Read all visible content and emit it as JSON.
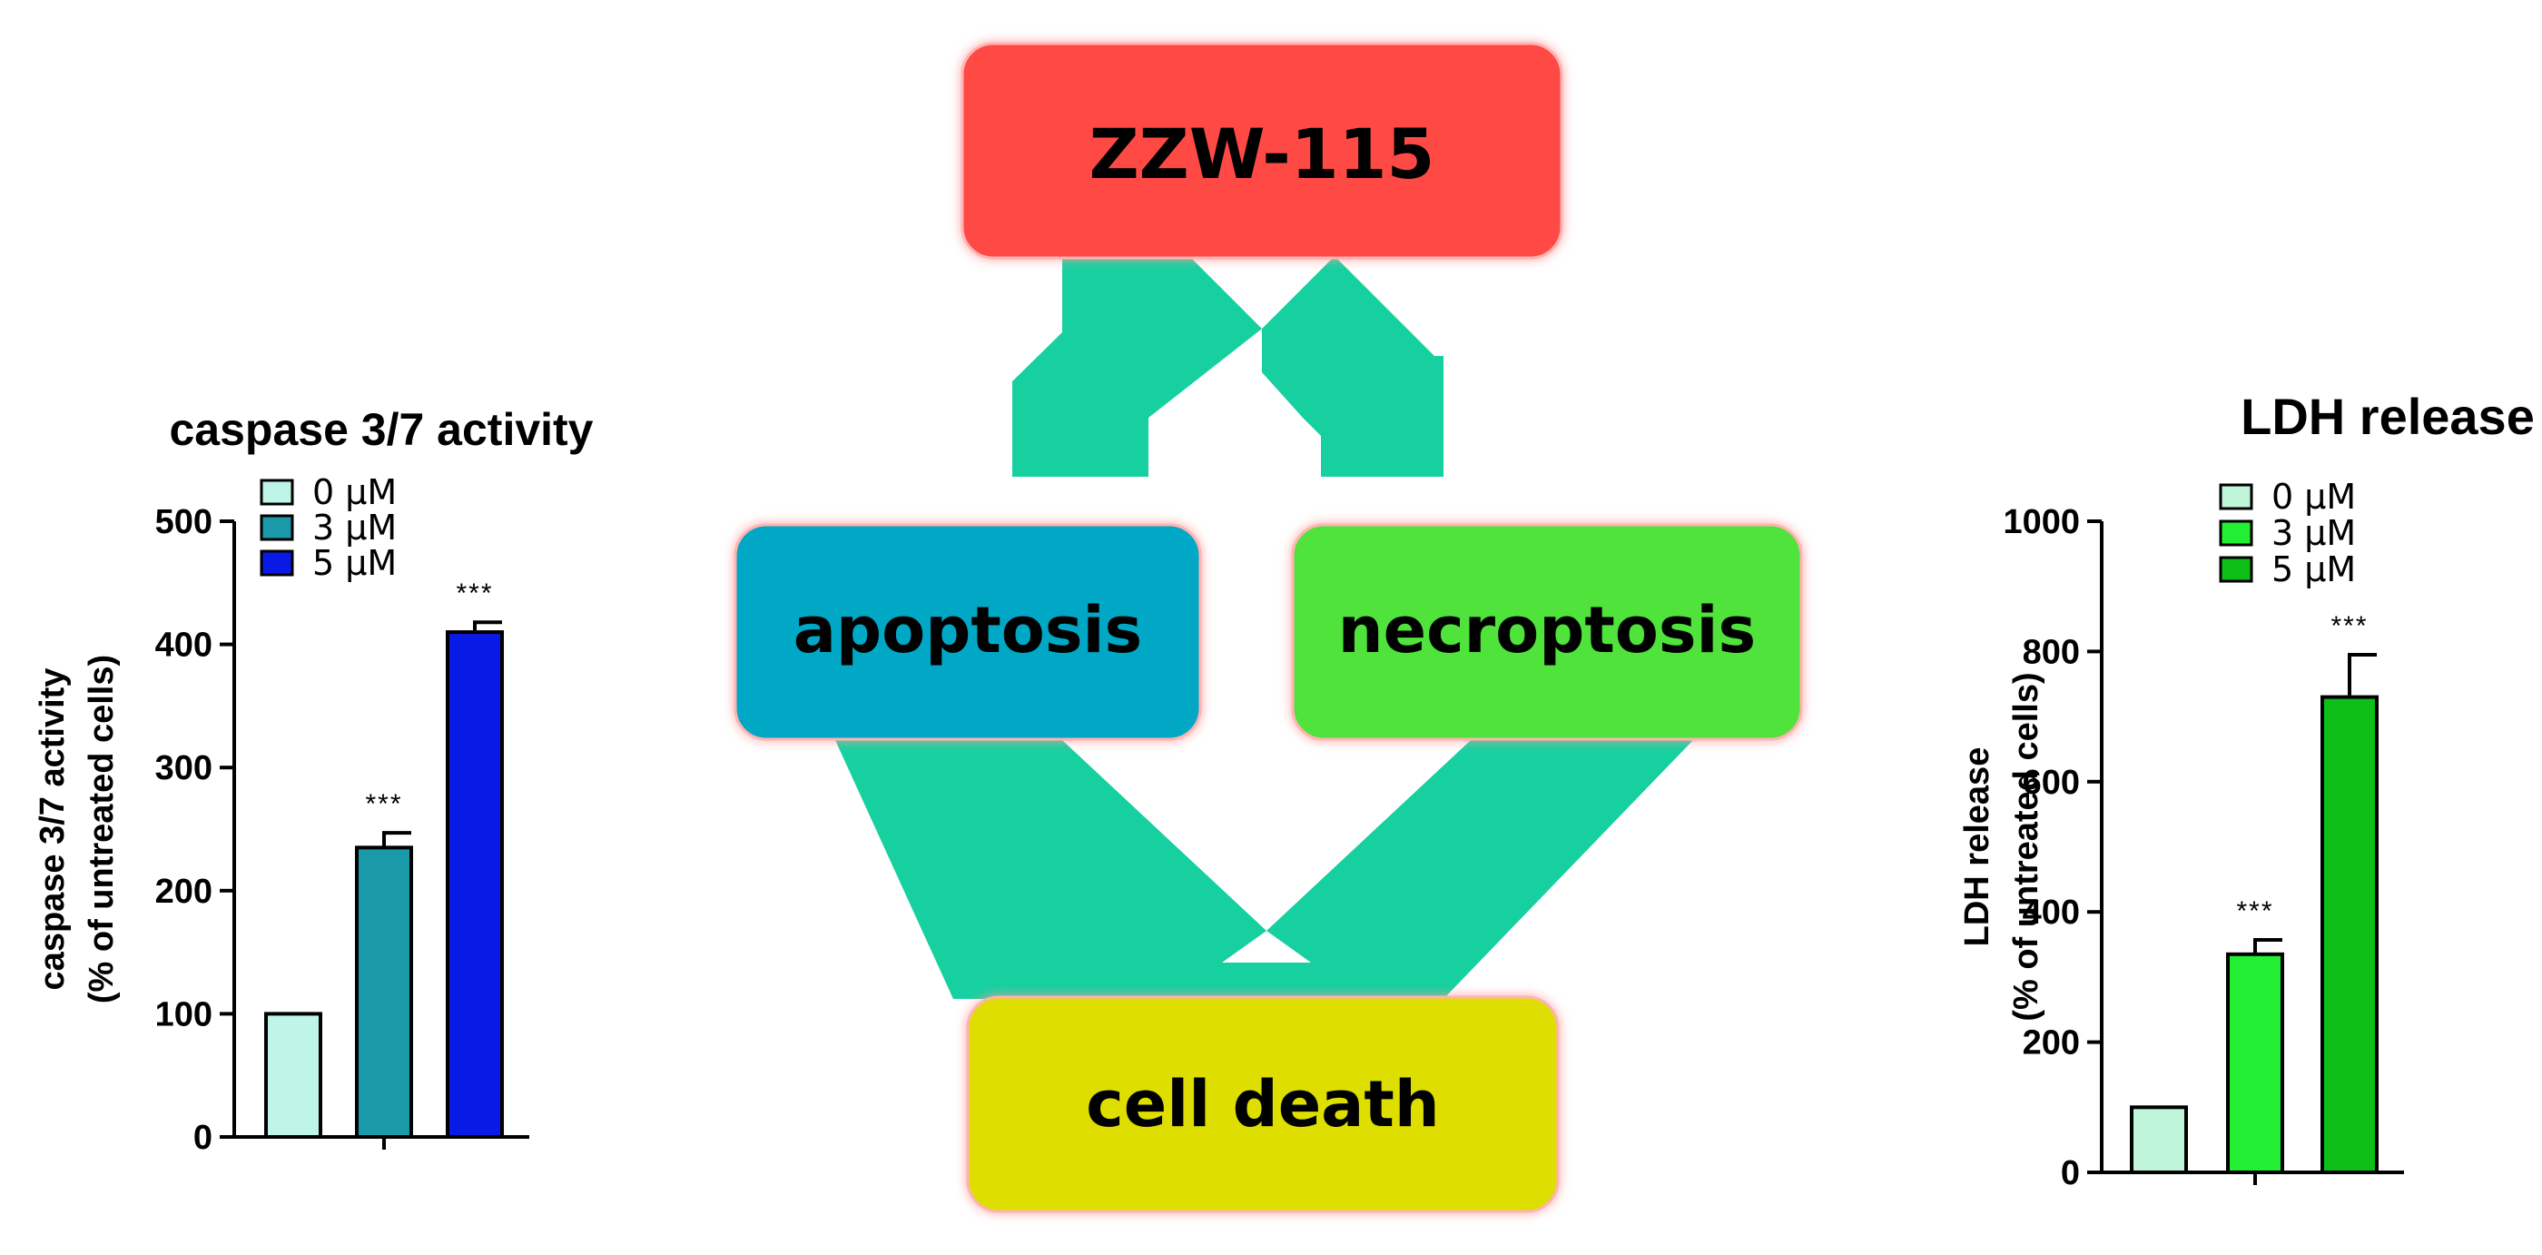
{
  "diagram": {
    "top_box": {
      "label": "ZZW-115",
      "color": "#ff4a45"
    },
    "left_box": {
      "label": "apoptosis",
      "color": "#00a8c6"
    },
    "right_box": {
      "label": "necroptosis",
      "color": "#4fe33a"
    },
    "bottom_box": {
      "label": "cell death",
      "color": "#dede00"
    },
    "arrow_color": "#16d0a0"
  },
  "chart_data": [
    {
      "type": "bar",
      "title": "caspase 3/7 activity",
      "ylabel": [
        "caspase 3/7 activity",
        "(% of untreated cells)"
      ],
      "ylim": [
        0,
        500
      ],
      "yticks": [
        0,
        100,
        200,
        300,
        400,
        500
      ],
      "categories": [
        "0 µM",
        "3 µM",
        "5 µM"
      ],
      "values": [
        100,
        235,
        410
      ],
      "errors": [
        0,
        12,
        8
      ],
      "significance": [
        "",
        "***",
        "***"
      ],
      "colors": [
        "#bff5e8",
        "#1a9aa8",
        "#0a1ae6"
      ],
      "legend_position": "top-left"
    },
    {
      "type": "bar",
      "title": "LDH release",
      "ylabel": [
        "LDH release",
        "(% of untreated cells)"
      ],
      "ylim": [
        0,
        1000
      ],
      "yticks": [
        0,
        200,
        400,
        600,
        800,
        1000
      ],
      "categories": [
        "0 µM",
        "3 µM",
        "5 µM"
      ],
      "values": [
        100,
        335,
        730
      ],
      "errors": [
        0,
        22,
        65
      ],
      "significance": [
        "",
        "***",
        "***"
      ],
      "colors": [
        "#bff5d8",
        "#22ee33",
        "#0ebf18"
      ],
      "legend_position": "top-left"
    }
  ]
}
